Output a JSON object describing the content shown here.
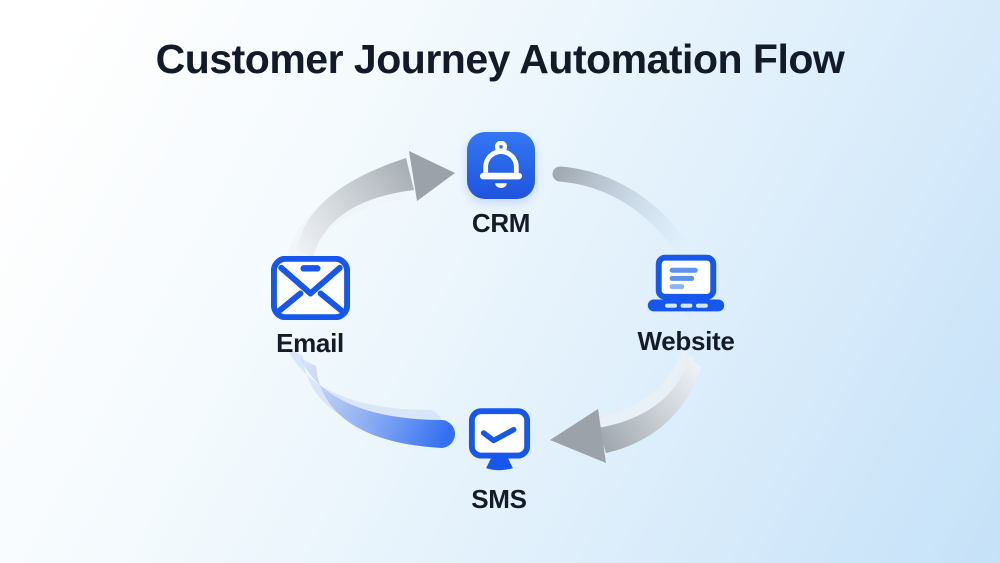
{
  "title": "Customer Journey Automation Flow",
  "diagram": {
    "type": "cycle-flow",
    "direction": "Email → CRM → Website → SMS → Email",
    "nodes": [
      {
        "id": "crm",
        "label": "CRM",
        "icon": "bell-icon",
        "position": "top"
      },
      {
        "id": "website",
        "label": "Website",
        "icon": "laptop-icon",
        "position": "right"
      },
      {
        "id": "sms",
        "label": "SMS",
        "icon": "monitor-icon",
        "position": "bottom"
      },
      {
        "id": "email",
        "label": "Email",
        "icon": "envelope-icon",
        "position": "left"
      }
    ],
    "connectors": [
      {
        "from": "email",
        "to": "crm",
        "style": "gray-swoosh",
        "arrowhead": true
      },
      {
        "from": "crm",
        "to": "website",
        "style": "gray-fade",
        "arrowhead": false
      },
      {
        "from": "website",
        "to": "sms",
        "style": "gray-swoosh",
        "arrowhead": true
      },
      {
        "from": "email",
        "to": "sms",
        "style": "blue-swoosh",
        "arrowhead": false
      }
    ]
  },
  "colors": {
    "title_text": "#141b28",
    "label_text": "#151c28",
    "icon_blue": "#1757ec",
    "crm_tile_top": "#3377f3",
    "crm_tile_bottom": "#1f54dd",
    "arrow_gray": "#9ba2a9",
    "arrow_blue": "#3470f1",
    "background_start": "#ffffff",
    "background_end": "#c5e1f8"
  }
}
